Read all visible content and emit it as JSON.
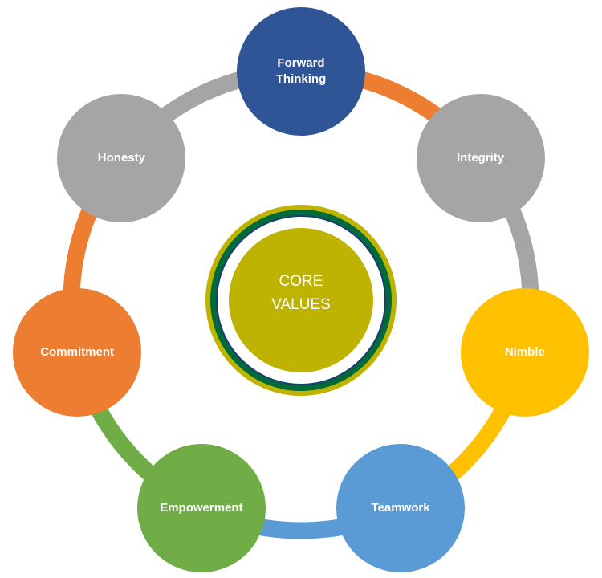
{
  "diagram": {
    "center": {
      "label": "CORE\nVALUES",
      "color": "#bdb300",
      "ring_color": "#006b3a"
    },
    "nodes": [
      {
        "id": "forward-thinking",
        "label": "Forward\nThinking",
        "color": "#2f5597"
      },
      {
        "id": "integrity",
        "label": "Integrity",
        "color": "#a5a5a5"
      },
      {
        "id": "nimble",
        "label": "Nimble",
        "color": "#ffc000"
      },
      {
        "id": "teamwork",
        "label": "Teamwork",
        "color": "#5b9bd5"
      },
      {
        "id": "empowerment",
        "label": "Empowerment",
        "color": "#70ad47"
      },
      {
        "id": "commitment",
        "label": "Commitment",
        "color": "#ed7d31"
      },
      {
        "id": "honesty",
        "label": "Honesty",
        "color": "#a5a5a5"
      }
    ],
    "connectors": [
      {
        "from": "forward-thinking",
        "to": "integrity",
        "color": "#ed7d31"
      },
      {
        "from": "integrity",
        "to": "nimble",
        "color": "#a5a5a5"
      },
      {
        "from": "nimble",
        "to": "teamwork",
        "color": "#ffc000"
      },
      {
        "from": "teamwork",
        "to": "empowerment",
        "color": "#5b9bd5"
      },
      {
        "from": "empowerment",
        "to": "commitment",
        "color": "#70ad47"
      },
      {
        "from": "commitment",
        "to": "honesty",
        "color": "#ed7d31"
      },
      {
        "from": "honesty",
        "to": "forward-thinking",
        "color": "#a5a5a5"
      }
    ]
  }
}
